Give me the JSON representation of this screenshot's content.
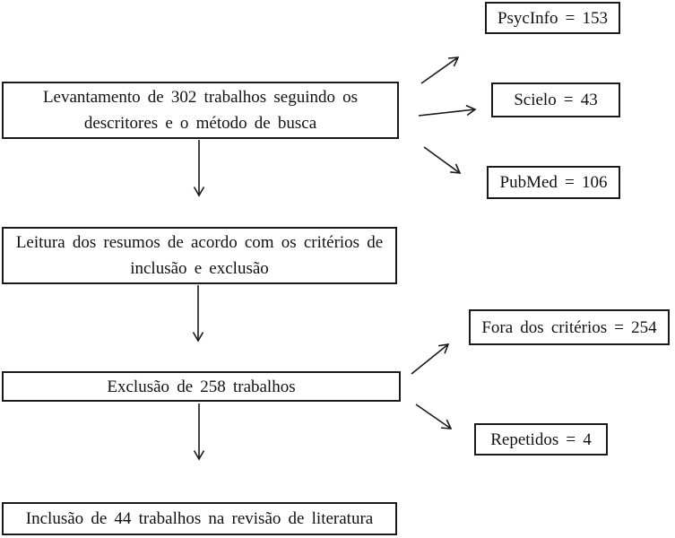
{
  "flowchart": {
    "background_color": "#ffffff",
    "line_color": "#1a1a1a",
    "text_color": "#111111",
    "nodes": {
      "levantamento": {
        "lines": [
          "Levantamento de 302 trabalhos seguindo os",
          "descritores e o método de busca"
        ]
      },
      "psycinfo": {
        "label": "PsycInfo = 153"
      },
      "scielo": {
        "label": "Scielo = 43"
      },
      "pubmed": {
        "label": "PubMed = 106"
      },
      "leitura": {
        "lines": [
          "Leitura dos resumos de acordo com os critérios de",
          "inclusão e exclusão"
        ]
      },
      "fora_criterios": {
        "label": "Fora dos critérios = 254"
      },
      "exclusao": {
        "label": "Exclusão de 258 trabalhos"
      },
      "repetidos": {
        "label": "Repetidos = 4"
      },
      "inclusao": {
        "label": "Inclusão de 44 trabalhos na revisão de literatura"
      }
    }
  }
}
